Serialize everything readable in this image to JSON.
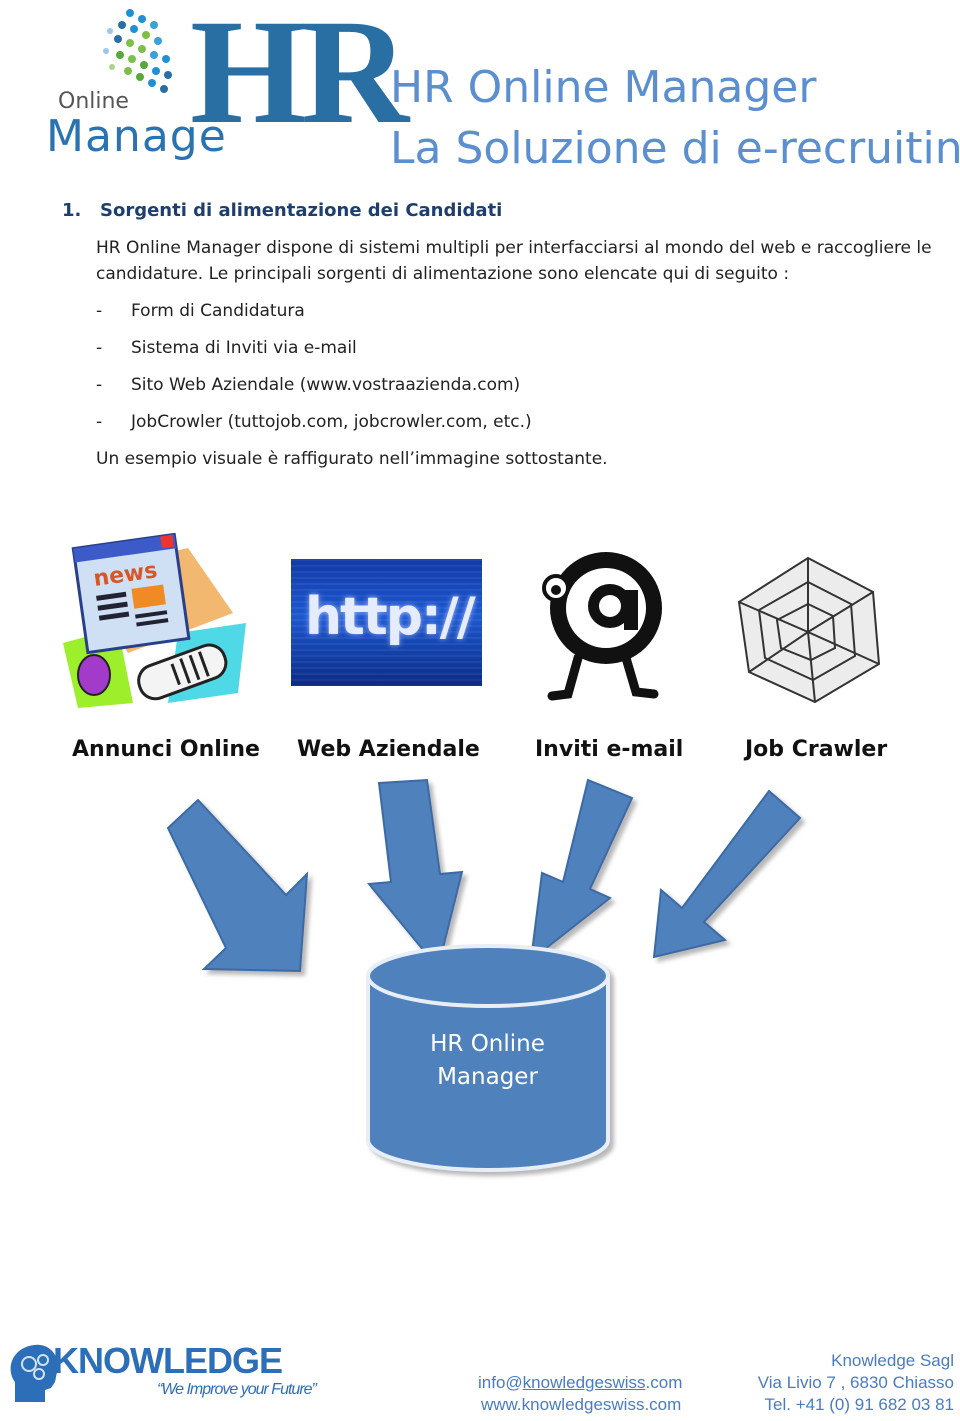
{
  "header": {
    "logo": {
      "hr": "HR",
      "online": "Online",
      "manage": "Manage"
    },
    "title_line1": "HR Online Manager",
    "title_line2": "La Soluzione di e-recruiting"
  },
  "section": {
    "number": "1.",
    "heading": "Sorgenti di alimentazione dei Candidati",
    "para_line1": "HR Online Manager dispone di sistemi multipli per interfacciarsi al mondo del web e raccogliere le",
    "para_line2": "candidature. Le principali sorgenti di alimentazione sono elencate qui di seguito :",
    "bullets": [
      {
        "dash": "-",
        "text": "Form di Candidatura"
      },
      {
        "dash": "-",
        "text": "Sistema di Inviti via e-mail"
      },
      {
        "dash": "-",
        "text": "Sito Web Aziendale (www.vostraazienda.com)"
      },
      {
        "dash": "-",
        "text": "JobCrowler (tuttojob.com, jobcrowler.com, etc.)"
      }
    ],
    "closing": "Un esempio visuale è raffigurato nell’immagine sottostante."
  },
  "diagram": {
    "news_icon_text": "news",
    "http_text": "http://",
    "captions": [
      "Annunci Online",
      "Web Aziendale",
      "Inviti e-mail",
      "Job Crawler"
    ],
    "database_line1": "HR Online",
    "database_line2": "Manager",
    "arrow_color": "#4f81bd",
    "database_color": "#4f81bd"
  },
  "footer": {
    "logo_word": "KNOWLEDGE",
    "logo_tagline": "“We Improve your Future”",
    "email_prefix": "info@",
    "email_domain": "knowledgeswiss",
    "email_suffix": ".com",
    "website": "www.knowledgeswiss.com",
    "company": "Knowledge Sagl",
    "address": "Via Livio 7 , 6830 Chiasso",
    "phone": "Tel. +41 (0) 91 682 03 81"
  }
}
